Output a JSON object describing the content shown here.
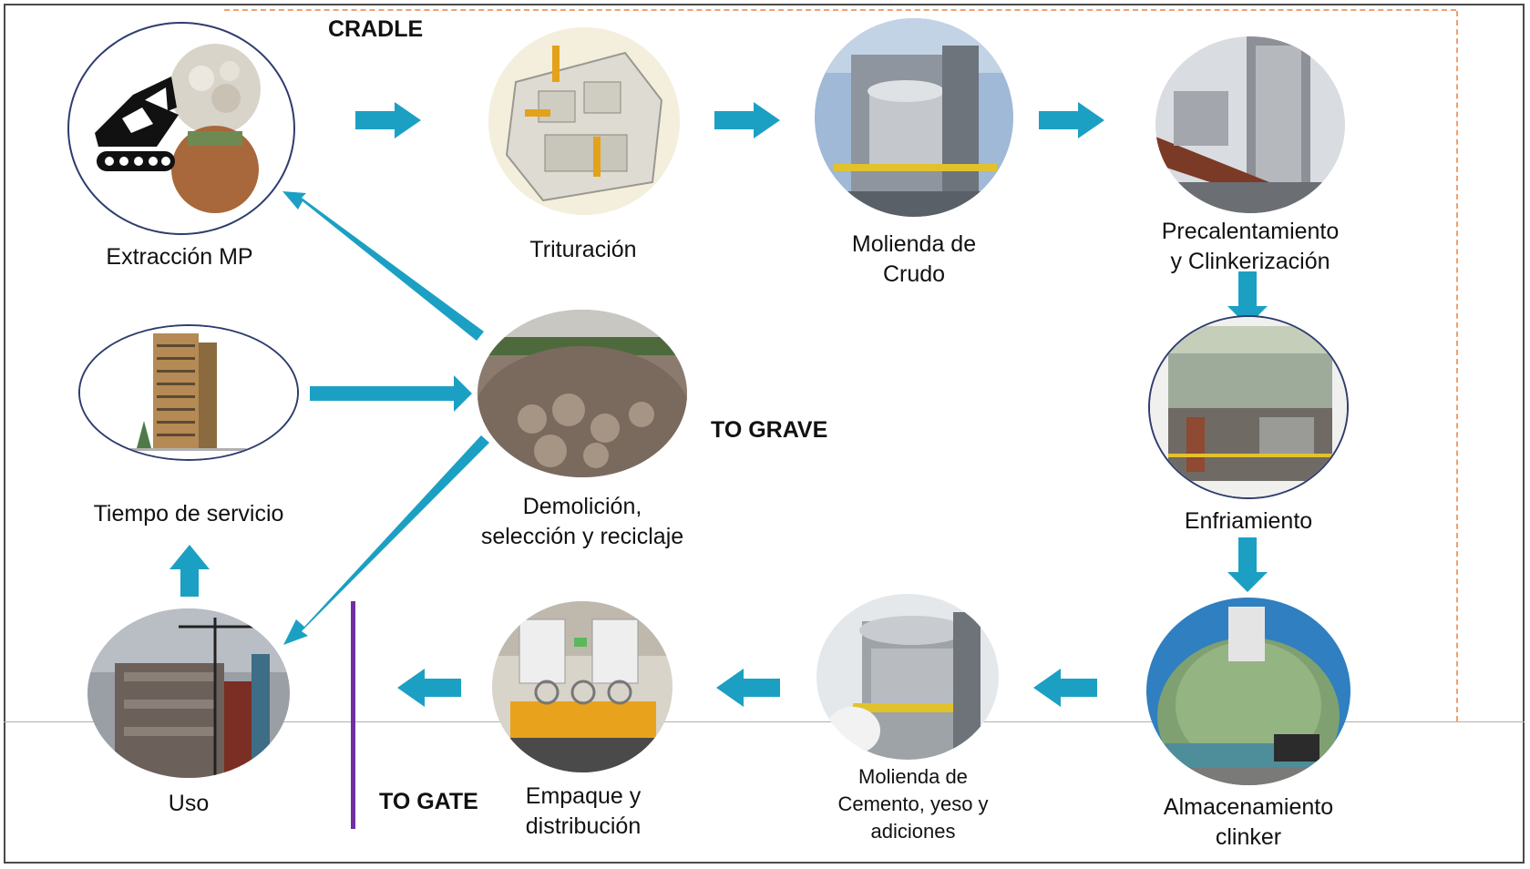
{
  "stages": {
    "cradle": "CRADLE",
    "grave": "TO GRAVE",
    "gate": "TO GATE"
  },
  "nodes": {
    "extraccion": "Extracción  MP",
    "trituracion": "Trituración",
    "molienda_crudo_1": "Molienda  de",
    "molienda_crudo_2": "Crudo",
    "precal_1": "Precalentamiento",
    "precal_2": "y Clinkerización",
    "enfriamiento": "Enfriamiento",
    "almacen_1": "Almacenamiento",
    "almacen_2": "clinker",
    "molienda_cem_1": "Molienda de",
    "molienda_cem_2": "Cemento, yeso y",
    "molienda_cem_3": "adiciones",
    "empaque_1": "Empaque  y",
    "empaque_2": "distribución",
    "uso": "Uso",
    "tiempo": "Tiempo  de servicio",
    "demolicion_1": "Demolición,",
    "demolicion_2": "selección  y reciclaje"
  },
  "colors": {
    "arrow": "#1ba0c4",
    "ring": "#2e3d6e",
    "gate_line": "#7030a0",
    "dashed": "#f0a070"
  }
}
